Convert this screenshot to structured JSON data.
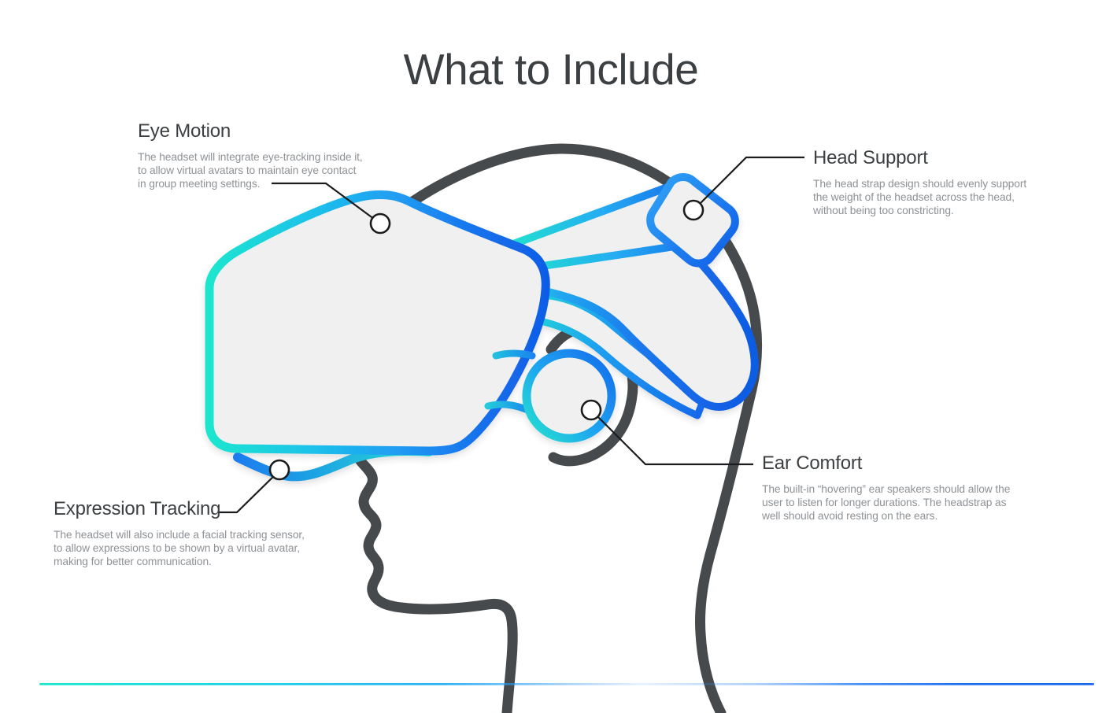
{
  "title": "What to Include",
  "palette": {
    "heading_color": "#3c4043",
    "body_color": "#8e9296",
    "head_outline_color": "#474a4c",
    "accent_cyan": "#1de6cf",
    "accent_blue": "#1467ea",
    "device_fill": "#f0f0f1",
    "callout_line_color": "#1a1c1d"
  },
  "callouts": {
    "eye_motion": {
      "title": "Eye Motion",
      "line1": "The headset will integrate eye-tracking inside it,",
      "line2": "to allow virtual avatars to maintain eye contact",
      "line3": "in group meeting settings."
    },
    "head_support": {
      "title": "Head Support",
      "line1": "The head strap design should evenly support",
      "line2": "the weight of the headset across the head,",
      "line3": "without being too constricting."
    },
    "expression_tracking": {
      "title": "Expression Tracking",
      "line1": "The headset will also include a facial tracking sensor,",
      "line2": "to allow expressions to be shown by a virtual avatar,",
      "line3": "making for better communication."
    },
    "ear_comfort": {
      "title": "Ear Comfort",
      "line1": "The built-in “hovering” ear speakers should allow the",
      "line2": "user to listen for longer durations. The headstrap as",
      "line3": "well should avoid resting on the ears."
    }
  }
}
